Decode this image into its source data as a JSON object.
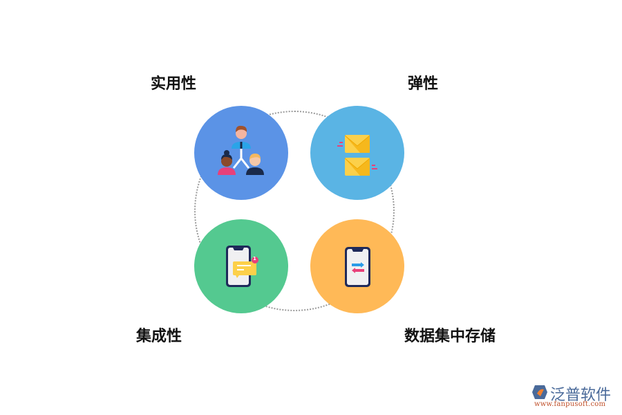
{
  "diagram": {
    "items": [
      {
        "label": "实用性",
        "icon": "people-hierarchy-icon",
        "color": "#5b93e6"
      },
      {
        "label": "弹性",
        "icon": "envelopes-icon",
        "color": "#5ab4e4"
      },
      {
        "label": "集成性",
        "icon": "phone-message-icon",
        "color": "#54c990"
      },
      {
        "label": "数据集中存储",
        "icon": "phone-transfer-icon",
        "color": "#ffb957"
      }
    ],
    "notification_count": "1"
  },
  "logo": {
    "name": "泛普软件",
    "url": "www.fanpusoft.com"
  }
}
